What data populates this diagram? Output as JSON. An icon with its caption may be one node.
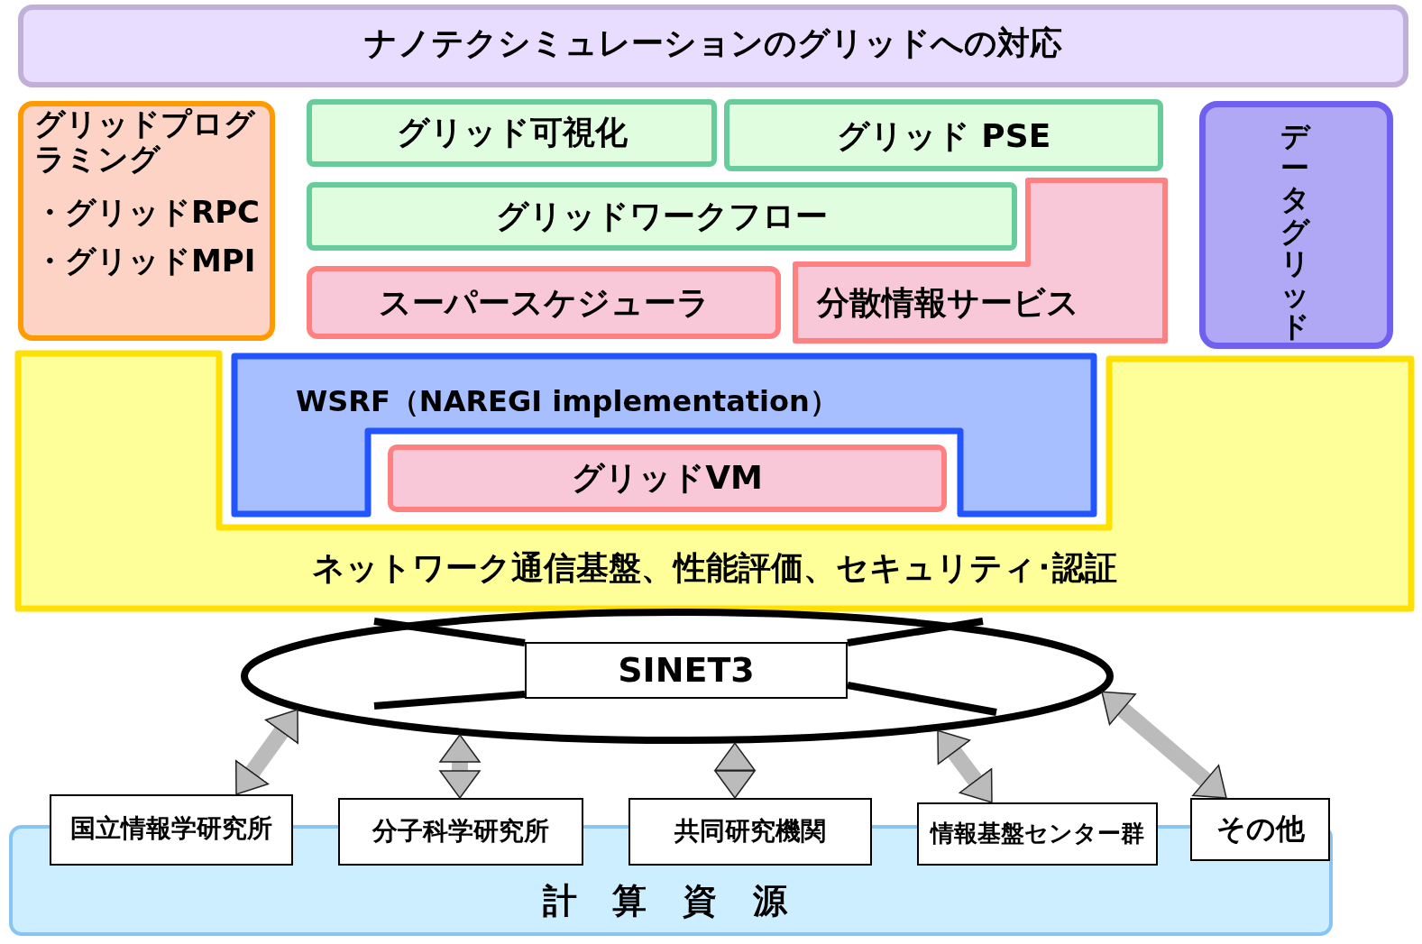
{
  "diagram": {
    "nodes": [
      {
        "text": [
          "ナノテクシミュレーションのグリッドへの対応"
        ]
      },
      {
        "text": [
          "グリッドプログラミング",
          "・グリッドRPC",
          "・グリッドMPI"
        ]
      },
      {
        "text": [
          "グリッド可視化"
        ]
      },
      {
        "text": [
          "グリッド PSE"
        ]
      },
      {
        "text": [
          "グリッドワークフロー"
        ]
      },
      {
        "text": [
          "スーパースケジューラ"
        ]
      },
      {
        "text": [
          "分散情報サービス"
        ]
      },
      {
        "text": [
          "データグリッド"
        ]
      },
      {
        "text": [
          "ネットワーク通信基盤、性能評価、セキュリティ･認証"
        ]
      },
      {
        "text": [
          "WSRF（NAREGI implementation）"
        ],
        "in": 8
      },
      {
        "text": [
          "グリッドVM"
        ],
        "in": 9
      },
      {
        "text": [],
        "shape": "circle"
      },
      {
        "text": [
          "SINET3"
        ],
        "in": 11
      },
      {
        "text": [
          "計 算 資 源"
        ]
      },
      {
        "text": [
          "国立情報学研究所"
        ]
      },
      {
        "text": [
          "分子科学研究所"
        ]
      },
      {
        "text": [
          "共同研究機関"
        ]
      },
      {
        "text": [
          "情報基盤センター群"
        ]
      },
      {
        "text": [
          "その他"
        ]
      }
    ],
    "edges": [
      {
        "from": 14,
        "to": 11,
        "arrow": "both"
      },
      {
        "from": 15,
        "to": 11,
        "arrow": "both"
      },
      {
        "from": 16,
        "to": 11,
        "arrow": "both"
      },
      {
        "from": 17,
        "to": 11,
        "arrow": "both"
      },
      {
        "from": 18,
        "to": 11,
        "arrow": "both"
      }
    ]
  }
}
